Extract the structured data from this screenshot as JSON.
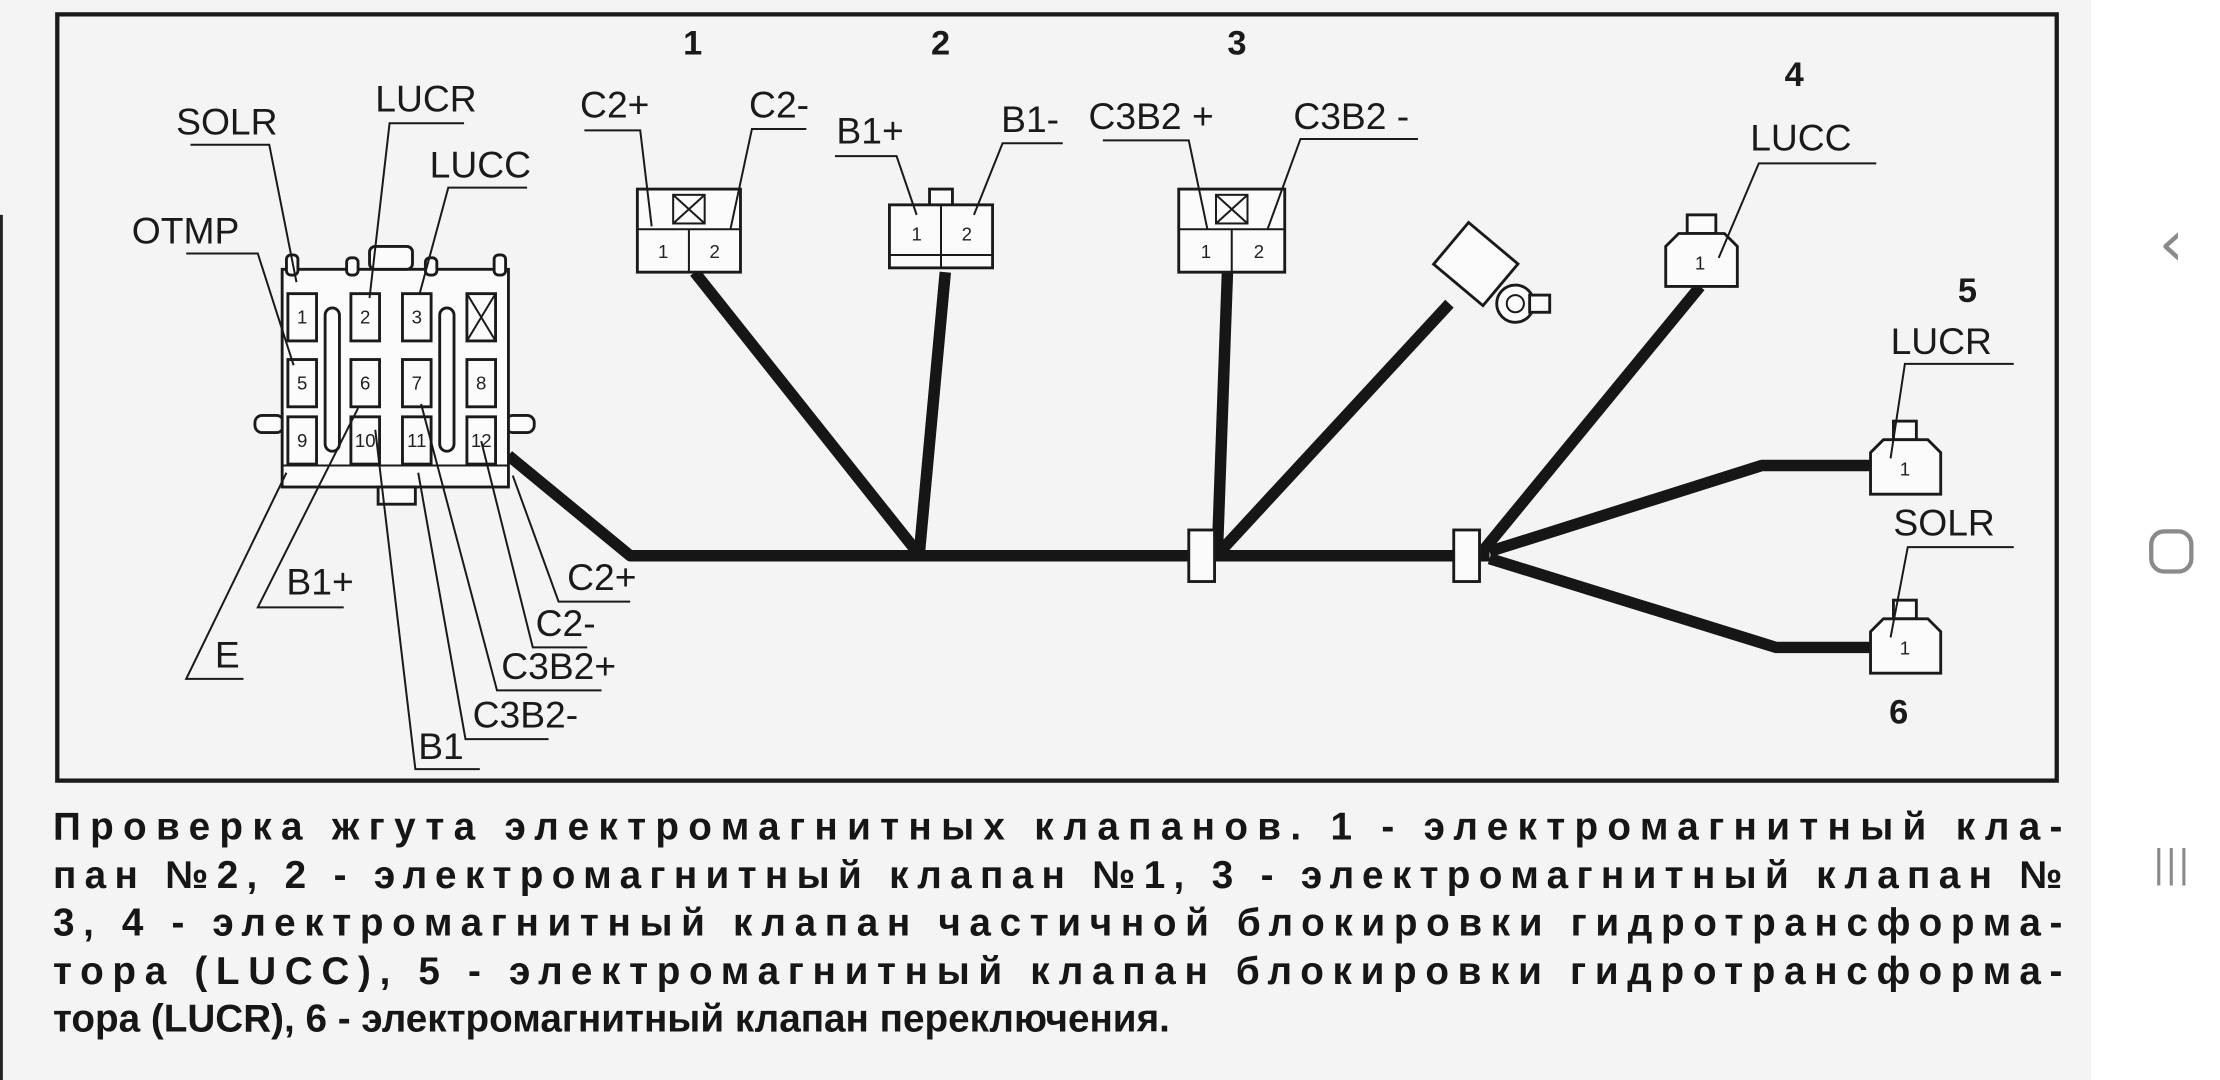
{
  "diagram": {
    "callouts": {
      "n1": "1",
      "n2": "2",
      "n3": "3",
      "n4": "4",
      "n5": "5",
      "n6": "6"
    },
    "main_connector": {
      "top_labels": {
        "solr": "SOLR",
        "lucr": "LUCR",
        "lucc": "LUCC",
        "otmp": "OTMP"
      },
      "bottom_labels": {
        "b1p": "B1+",
        "e": "E",
        "c2p": "C2+",
        "c2m": "C2-",
        "c3b2p": "C3B2+",
        "c3b2m": "C3B2-",
        "b1": "B1"
      },
      "pins": [
        "1",
        "2",
        "3",
        "5",
        "6",
        "7",
        "8",
        "9",
        "10",
        "11",
        "12"
      ]
    },
    "connector1": {
      "left": "C2+",
      "right": "C2-",
      "pin1": "1",
      "pin2": "2"
    },
    "connector2": {
      "left": "B1+",
      "right": "B1-",
      "pin1": "1",
      "pin2": "2"
    },
    "connector3": {
      "left": "C3B2 +",
      "right": "C3B2 -",
      "pin1": "1",
      "pin2": "2"
    },
    "connector4": {
      "label": "LUCC",
      "pin": "1"
    },
    "connector5": {
      "label": "LUCR",
      "pin": "1"
    },
    "connector6": {
      "label": "SOLR",
      "pin": "1"
    }
  },
  "caption": [
    "Проверка жгута электромагнитных клапанов. 1 - электромагнитный кла-",
    "пан №2, 2 - электромагнитный клапан №1, 3 - электромагнитный клапан №",
    "3, 4 - электромагнитный клапан частичной блокировки гидротрансформа-",
    "тора (LUCC), 5 - электромагнитный клапан блокировки гидротрансформа-",
    "тора (LUCR), 6 - электромагнитный клапан переключения."
  ],
  "nav": {
    "back": "‹",
    "home": "○",
    "recents": "|||"
  },
  "colors": {
    "background": "#f4f4f4",
    "ink": "#161616",
    "nav": "#8a8a8a"
  }
}
